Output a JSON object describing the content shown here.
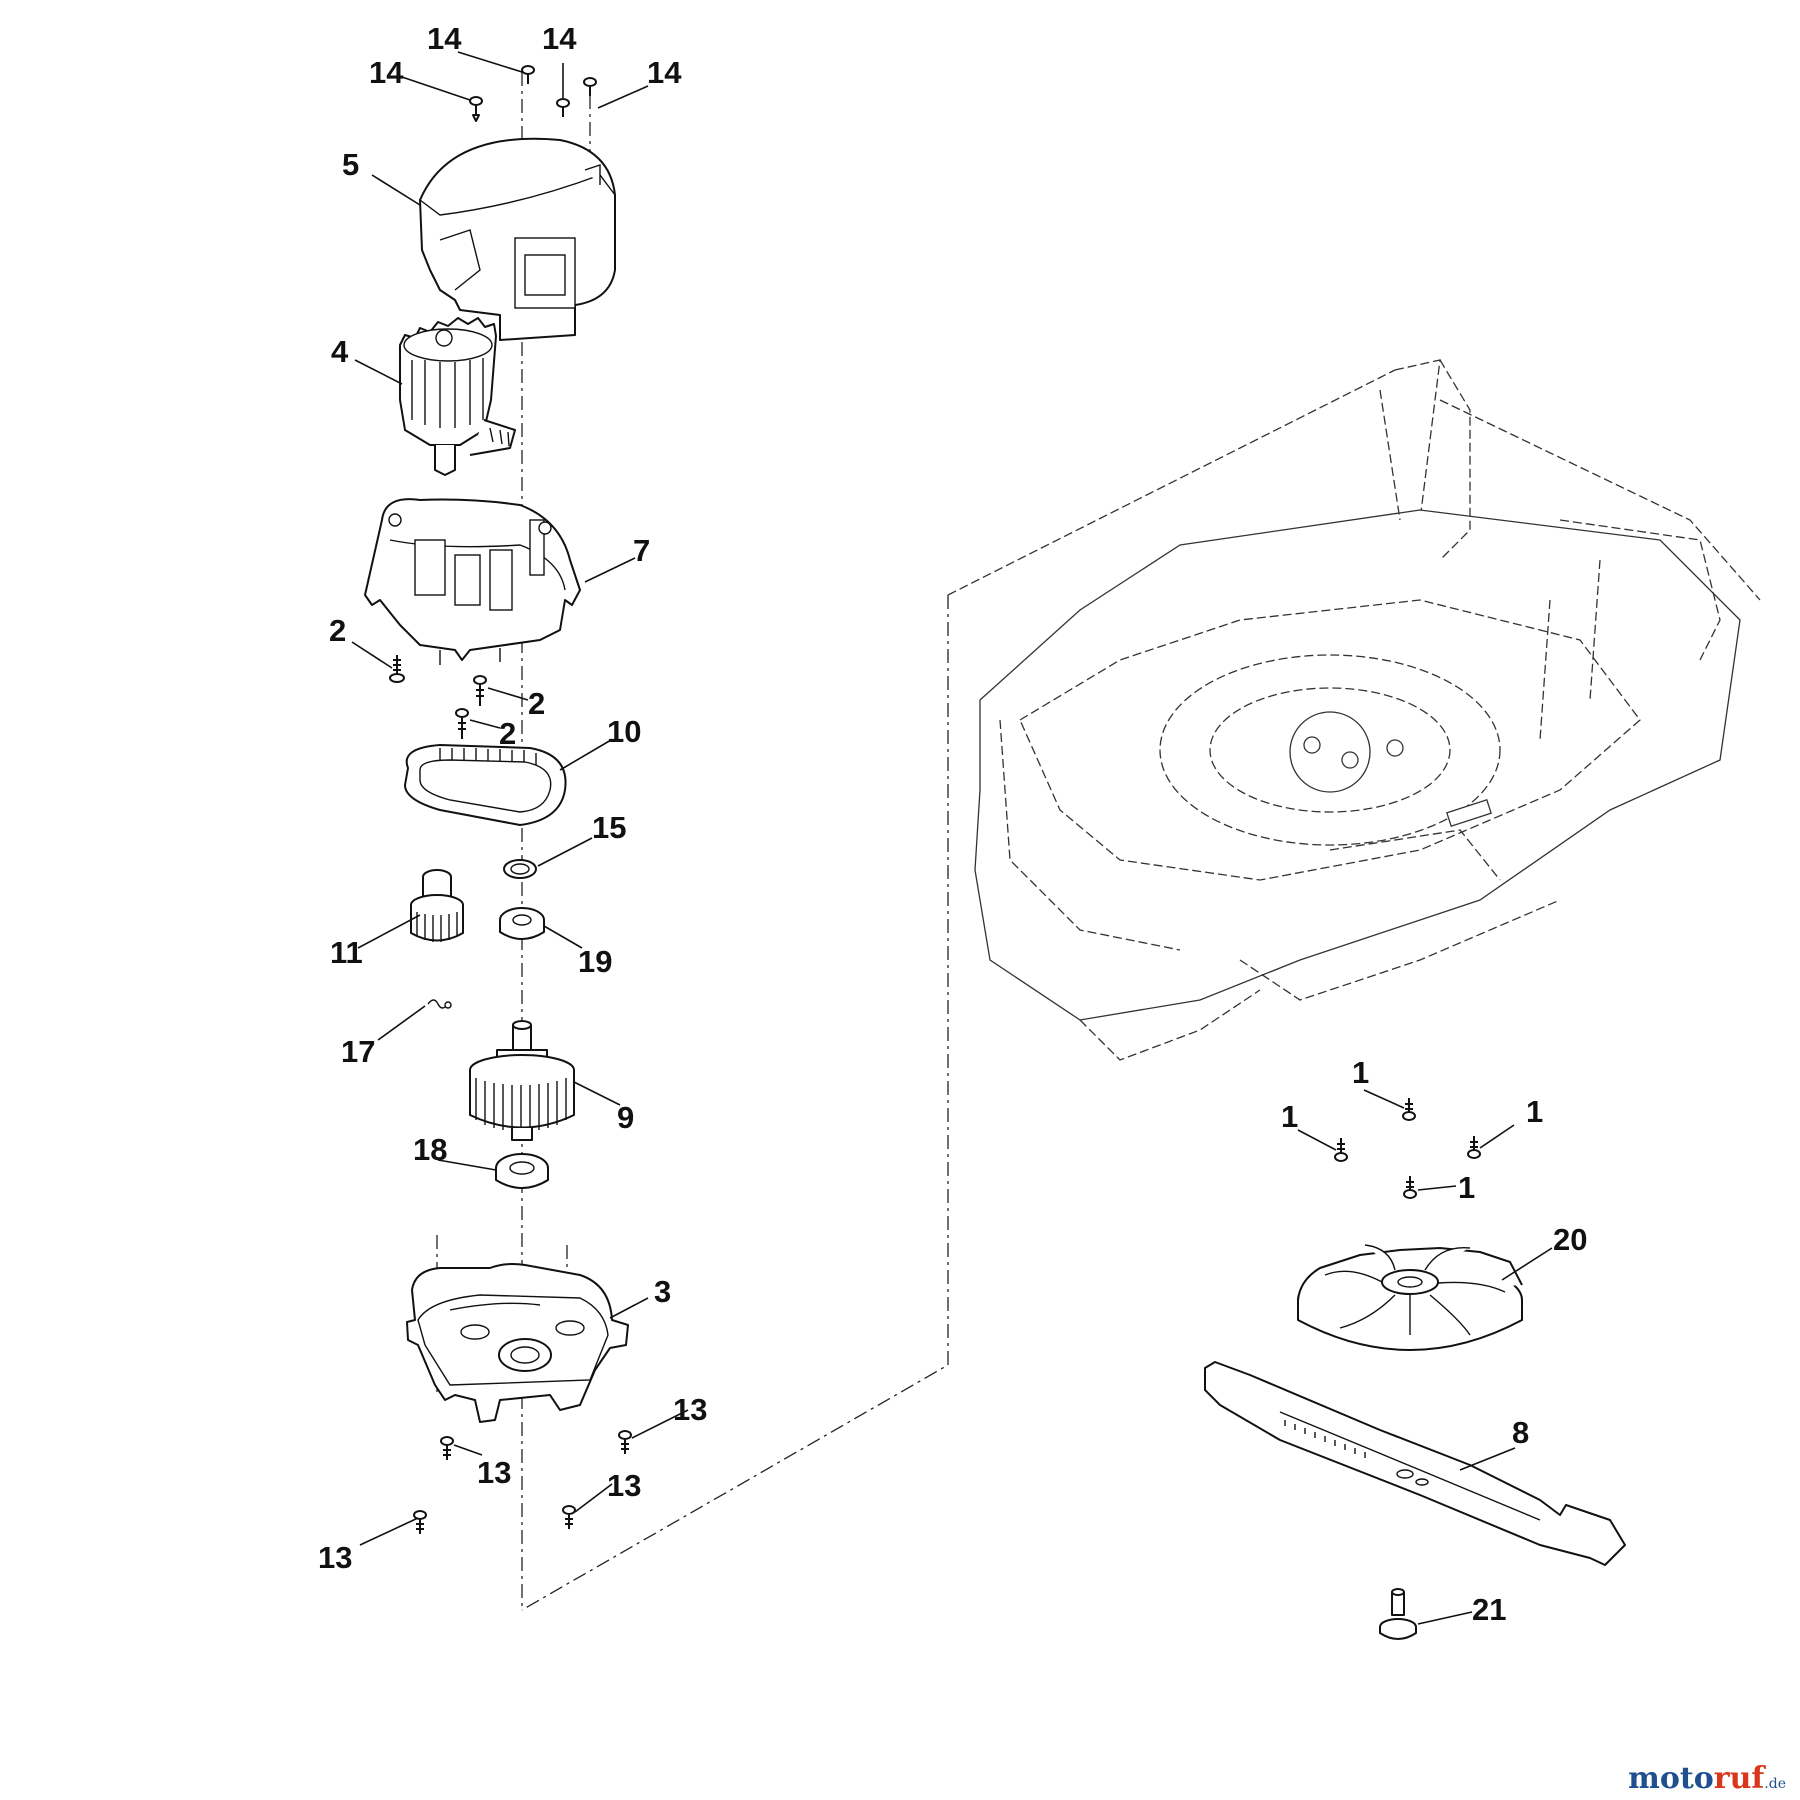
{
  "callouts": [
    {
      "id": "14a",
      "text": "14"
    },
    {
      "id": "14b",
      "text": "14"
    },
    {
      "id": "14c",
      "text": "14"
    },
    {
      "id": "14d",
      "text": "14"
    },
    {
      "id": "5",
      "text": "5"
    },
    {
      "id": "4",
      "text": "4"
    },
    {
      "id": "7",
      "text": "7"
    },
    {
      "id": "2a",
      "text": "2"
    },
    {
      "id": "2b",
      "text": "2"
    },
    {
      "id": "2c",
      "text": "2"
    },
    {
      "id": "10",
      "text": "10"
    },
    {
      "id": "15",
      "text": "15"
    },
    {
      "id": "11",
      "text": "11"
    },
    {
      "id": "19",
      "text": "19"
    },
    {
      "id": "17",
      "text": "17"
    },
    {
      "id": "9",
      "text": "9"
    },
    {
      "id": "18",
      "text": "18"
    },
    {
      "id": "3",
      "text": "3"
    },
    {
      "id": "13a",
      "text": "13"
    },
    {
      "id": "13b",
      "text": "13"
    },
    {
      "id": "13c",
      "text": "13"
    },
    {
      "id": "13d",
      "text": "13"
    },
    {
      "id": "1a",
      "text": "1"
    },
    {
      "id": "1b",
      "text": "1"
    },
    {
      "id": "1c",
      "text": "1"
    },
    {
      "id": "1d",
      "text": "1"
    },
    {
      "id": "20",
      "text": "20"
    },
    {
      "id": "8",
      "text": "8"
    },
    {
      "id": "21",
      "text": "21"
    }
  ],
  "watermark": {
    "part1": "moto",
    "part2": "ruf",
    "part3": ".de"
  }
}
